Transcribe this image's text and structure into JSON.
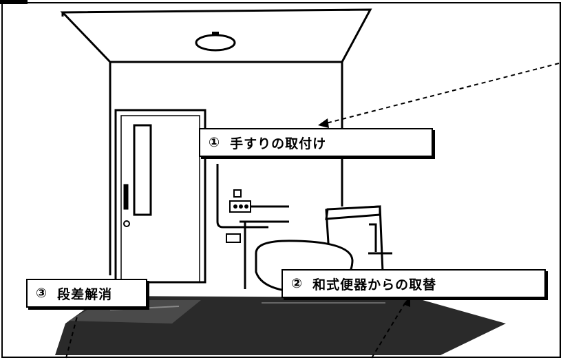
{
  "callouts": {
    "handrail": {
      "number": "①",
      "text": "手すりの取付け"
    },
    "toilet_replacement": {
      "number": "②",
      "text": "和式便器からの取替"
    },
    "step_removal": {
      "number": "③",
      "text": "段差解消"
    }
  },
  "colors": {
    "line": "#000000",
    "floor": "#2a2a2a",
    "background": "#ffffff"
  }
}
